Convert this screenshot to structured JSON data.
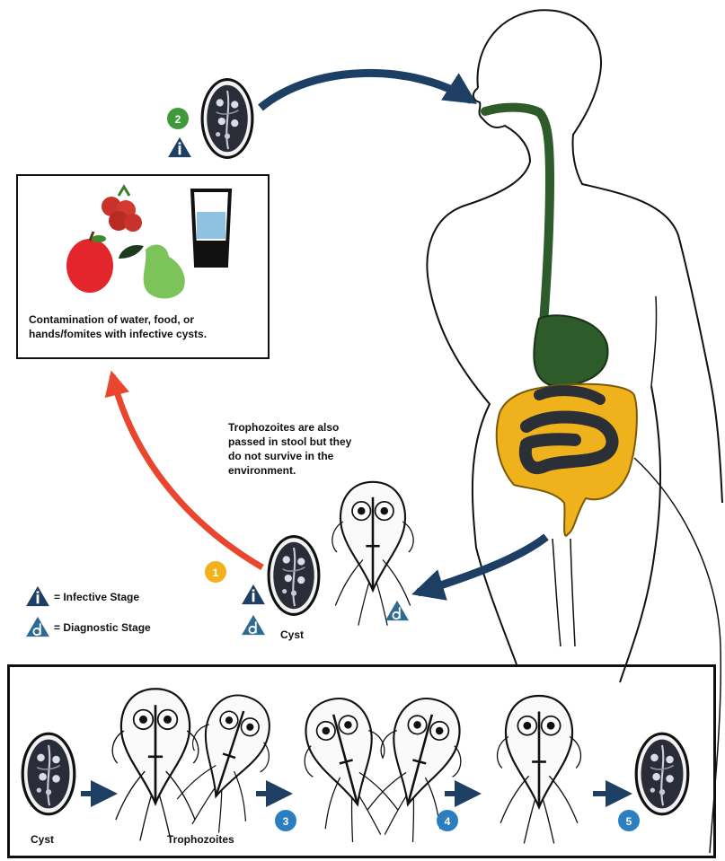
{
  "contamination_caption": "Contamination of water, food, or hands/fomites with infective cysts.",
  "trophozoite_note": "Trophozoites are also passed in stool but they do not survive in the environment.",
  "legend": {
    "infective": "= Infective Stage",
    "diagnostic": "= Diagnostic Stage",
    "infective_symbol": "i",
    "diagnostic_symbol": "d"
  },
  "labels": {
    "cyst_stool": "Cyst",
    "cyst_bottom": "Cyst",
    "trophozoites": "Trophozoites"
  },
  "steps": {
    "s1": "1",
    "s2": "2",
    "s3": "3",
    "s4": "4",
    "s5": "5"
  },
  "colors": {
    "step1": "#f2b21b",
    "step2": "#3e9a3a",
    "step3to5": "#2b7fc1",
    "digestive_tract": "#2e5b2a",
    "colon": "#f0b21c",
    "return_arrow": "#e8462e",
    "cycle_arrow": "#1d3f63"
  }
}
